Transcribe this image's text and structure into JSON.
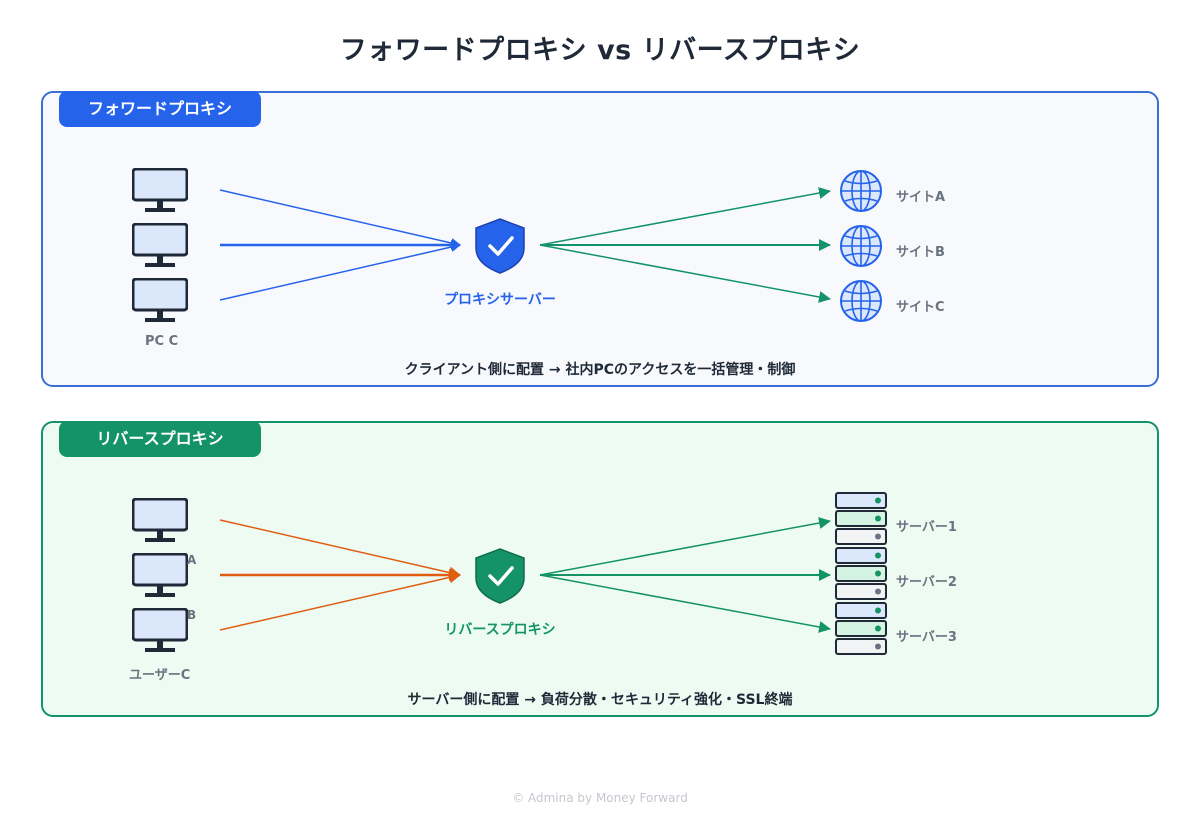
{
  "title": "フォワードプロキシ vs リバースプロキシ",
  "forward": {
    "tag": "フォワードプロキシ",
    "clients_label": "PC C",
    "proxy_label": "プロキシサーバー",
    "targets": [
      "サイトA",
      "サイトB",
      "サイトC"
    ],
    "caption": "クライアント側に配置 → 社内PCのアクセスを一括管理・制御",
    "color": "#2563eb"
  },
  "reverse": {
    "tag": "リバースプロキシ",
    "clients_label": "ユーザーC",
    "client_partial": [
      "A",
      "B"
    ],
    "proxy_label": "リバースプロキシ",
    "targets": [
      "サーバー1",
      "サーバー2",
      "サーバー3"
    ],
    "caption": "サーバー側に配置 → 負荷分散・セキュリティ強化・SSL終端",
    "color": "#149368",
    "incoming_color": "#e05d10"
  },
  "footer": "© Admina by Money Forward"
}
